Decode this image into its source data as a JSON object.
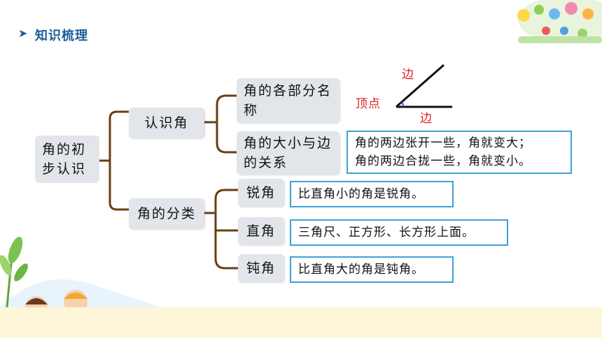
{
  "header": {
    "title": "知识梳理",
    "arrow_icon": "chevron-right-icon",
    "color": "#1b5d9c"
  },
  "mindmap": {
    "root": "角的初步认识",
    "branch1": {
      "label": "认识角",
      "children": [
        {
          "label": "角的各部分名称"
        },
        {
          "label": "角的大小与边的关系"
        }
      ]
    },
    "branch2": {
      "label": "角的分类",
      "children": [
        {
          "label": "锐角"
        },
        {
          "label": "直角"
        },
        {
          "label": "钝角"
        }
      ]
    }
  },
  "angle_figure": {
    "side_label_top": "边",
    "vertex_label": "顶点",
    "side_label_bottom": "边",
    "label_color": "#e02020"
  },
  "descriptions": {
    "size_relation": [
      "角的两边张开一些，角就变大；",
      "角的两边合拢一些，角就变小。"
    ],
    "acute": "比直角小的角是锐角。",
    "right": "三角尺、正方形、长方形上面。",
    "obtuse": "比直角大的角是钝角。"
  },
  "colors": {
    "node_fill": "#e2e5ea",
    "connector": "#6b3d12",
    "desc_border": "#3ba3d4"
  }
}
